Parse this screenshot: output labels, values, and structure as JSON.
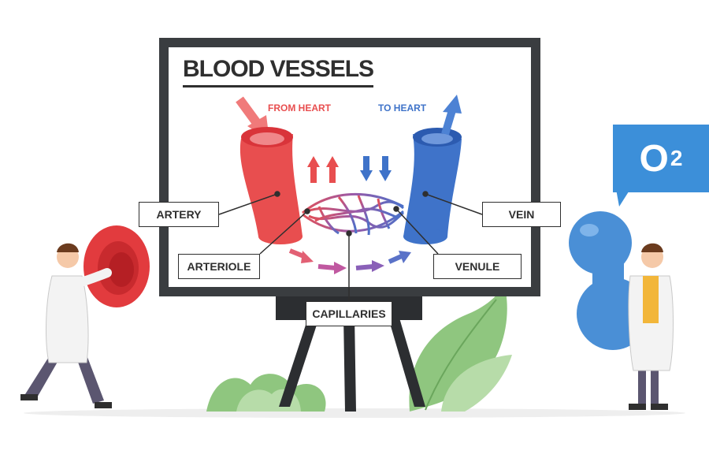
{
  "diagram": {
    "title": "BLOOD VESSELS",
    "from_heart": "FROM HEART",
    "to_heart": "TO HEART",
    "labels": {
      "artery": "ARTERY",
      "arteriole": "ARTERIOLE",
      "capillaries": "CAPILLARIES",
      "vein": "VEIN",
      "venule": "VENULE"
    },
    "oxygen": {
      "symbol": "O",
      "subscript": "2"
    }
  },
  "colors": {
    "artery": "#e84e4f",
    "vein": "#3f73c9",
    "board_frame": "#3a3d40",
    "leaf_green": "#a6d39a",
    "text_dark": "#2f2f2f",
    "oxygen_badge": "#3c8fd9"
  },
  "icons": [
    "red-blood-cell-icon",
    "oxygen-molecule-icon",
    "oxygen-badge-icon"
  ]
}
